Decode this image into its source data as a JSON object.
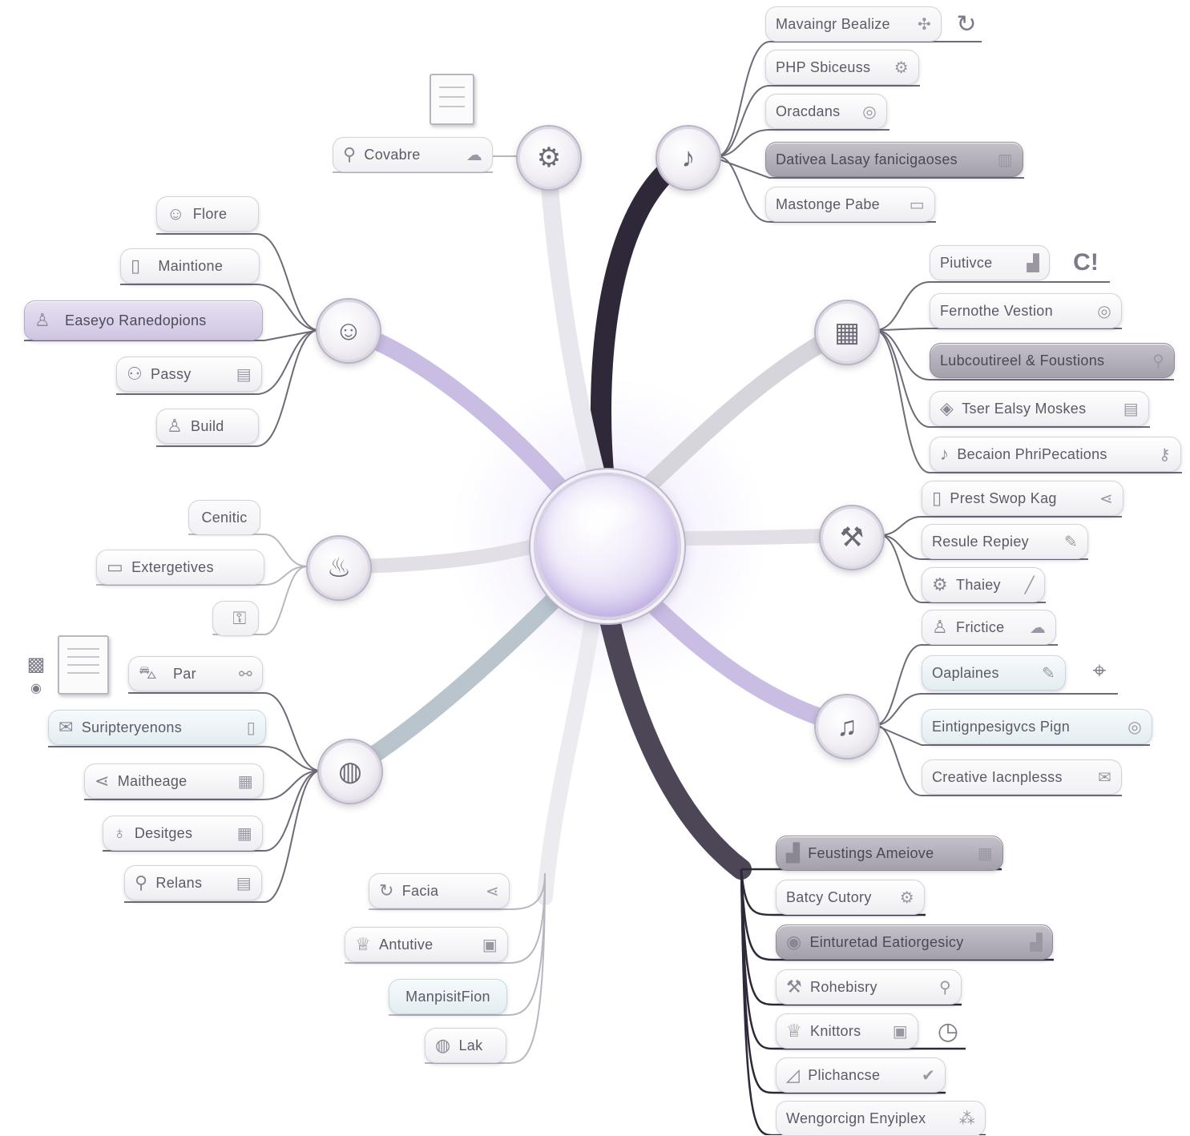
{
  "colors": {
    "dark_branch": "#2e2838",
    "lavender_branch": "#c9bde3",
    "light_branch": "#e9e7ee",
    "steel_branch": "#b9c4cc",
    "connector": "#6e6a78",
    "accent": "#a898cf"
  },
  "top_right": {
    "node_icon": "music-note-icon",
    "items": [
      {
        "label": "Mavaingr Bealize",
        "icon": "network-icon",
        "extra_icon": "refresh-icon"
      },
      {
        "label": "PHP Sbiceuss",
        "icon": "gear-icon"
      },
      {
        "label": "Oracdans",
        "icon": "target-icon"
      },
      {
        "label": "Dativea Lasay fanicigaoses",
        "icon": "trash-icon"
      },
      {
        "label": "Mastonge Pabe",
        "icon": "monitor-icon"
      }
    ]
  },
  "right_upper": {
    "node_icon": "spreadsheet-icon",
    "items": [
      {
        "label": "Piutivce",
        "icon": "chart-icon",
        "extra_icon": "c-badge-icon"
      },
      {
        "label": "Fernothe Vestion",
        "icon": "target-icon"
      },
      {
        "label": "Lubcoutireel & Foustions",
        "icon": "pin-icon"
      },
      {
        "label": "Tser Ealsy Moskes",
        "icon": "tag-icon",
        "extra_icon": "document-icon"
      },
      {
        "label": "Becaion PhriPecations",
        "icon": "music-note-icon",
        "extra_icon": "key-icon"
      }
    ]
  },
  "right_middle": {
    "node_icon": "tools-icon",
    "items": [
      {
        "label": "Prest Swop Kag",
        "icon": "phone-icon",
        "extra_icon": "share-icon"
      },
      {
        "label": "Resule Repiey",
        "icon": "pen-icon"
      },
      {
        "label": "Thaiey",
        "icon": "gear-icon",
        "extra_icon": "pencil-icon"
      }
    ]
  },
  "right_lower": {
    "node_icon": "music-note-icon",
    "items": [
      {
        "label": "Frictice",
        "icon": "person-icon",
        "extra_icon": "cloud-icon"
      },
      {
        "label": "Oaplaines",
        "icon": "edit-icon",
        "extra_icon": "antenna-icon"
      },
      {
        "label": "Eintignpesigvcs Pign",
        "icon": "target-icon"
      },
      {
        "label": "Creative Iacnplesss",
        "icon": "mail-icon"
      }
    ]
  },
  "bottom_right": {
    "items": [
      {
        "label": "Feustings Ameiove",
        "icon": "chart-icon",
        "extra_icon": "calendar-icon"
      },
      {
        "label": "Batcy Cutory",
        "icon": "gear-icon"
      },
      {
        "label": "Einturetad Eatiorgesicy",
        "icon": "eye-icon",
        "extra_icon": "chart-icon"
      },
      {
        "label": "Rohebisry",
        "icon": "wrench-icon",
        "extra_icon": "search-icon"
      },
      {
        "label": "Knittors",
        "icon": "trophy-icon",
        "extra_icon": "clock-icon"
      },
      {
        "label": "Plichancse",
        "icon": "chart-icon",
        "extra_icon": "check-icon"
      },
      {
        "label": "Wengorcign Enyiplex",
        "icon": "network-icon"
      }
    ]
  },
  "bottom_middle": {
    "items": [
      {
        "label": "Facia",
        "icon": "refresh-icon",
        "extra_icon": "share-icon"
      },
      {
        "label": "Antutive",
        "icon": "trophy-icon",
        "extra_icon": "box-icon"
      },
      {
        "label": "ManpisitFion"
      },
      {
        "label": "Lak",
        "icon": "globe-icon"
      }
    ]
  },
  "top_middle": {
    "node_icon": "search-gear-icon",
    "items": [
      {
        "label": "Covabre",
        "icon": "search-icon",
        "extra_icon": "cloud-icon"
      }
    ],
    "doc_icon": "document-icon"
  },
  "left_upper": {
    "node_icon": "robot-icon",
    "items": [
      {
        "label": "Flore",
        "icon": "robot-icon"
      },
      {
        "label": "Maintione",
        "icon": "tablet-icon"
      },
      {
        "label": "Easeyo Ranedopions",
        "icon": "person-icon"
      },
      {
        "label": "Passy",
        "icon": "people-icon",
        "extra_icon": "bed-icon"
      },
      {
        "label": "Build",
        "icon": "person-icon"
      }
    ]
  },
  "left_middle": {
    "node_icon": "lamp-icon",
    "items": [
      {
        "label": "Cenitic"
      },
      {
        "label": "Extergetives",
        "icon": "laptop-icon"
      },
      {
        "label": "",
        "icon": "key-icon"
      }
    ]
  },
  "left_lower": {
    "node_icon": "globe-icon",
    "items": [
      {
        "label": "Par",
        "icon": "car-icon",
        "extra_icon": "link-icon"
      },
      {
        "label": "Suripteryenons",
        "icon": "mail-icon",
        "extra_icon": "tablet-icon"
      },
      {
        "label": "Maitheage",
        "icon": "share-icon",
        "extra_icon": "grid-icon"
      },
      {
        "label": "Desitges",
        "icon": "pin-icon",
        "extra_icon": "grid-icon"
      },
      {
        "label": "Relans",
        "icon": "search-icon",
        "extra_icon": "calendar-icon"
      }
    ],
    "doc_icon": "document-icon",
    "qr_icon": "qr-icon"
  }
}
